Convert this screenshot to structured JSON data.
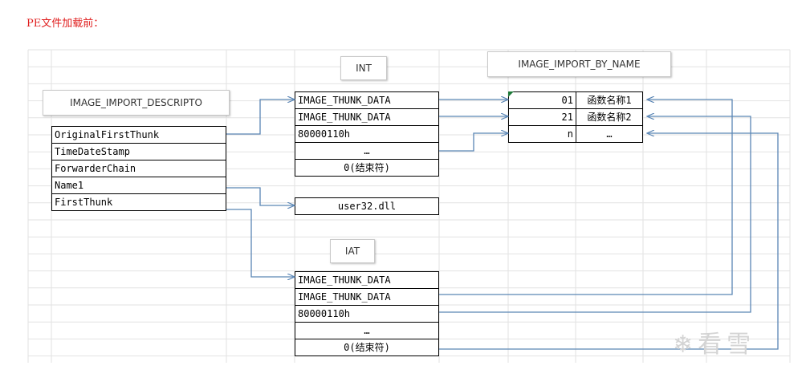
{
  "title": "PE文件加载前：",
  "labels": {
    "int": "INT",
    "iat": "IAT",
    "iibn": "IMAGE_IMPORT_BY_NAME",
    "descriptor": "IMAGE_IMPORT_DESCRIPTO"
  },
  "descriptor_fields": [
    "OriginalFirstThunk",
    "TimeDateStamp",
    "ForwarderChain",
    "Name1",
    "FirstThunk"
  ],
  "int_rows": [
    "IMAGE_THUNK_DATA",
    "IMAGE_THUNK_DATA",
    "80000110h",
    "…",
    "0(结束符)"
  ],
  "dll_name": "user32.dll",
  "iat_rows": [
    "IMAGE_THUNK_DATA",
    "IMAGE_THUNK_DATA",
    "80000110h",
    "…",
    "0(结束符)"
  ],
  "by_name_rows": [
    {
      "hint": "01",
      "name": "函数名称1"
    },
    {
      "hint": "21",
      "name": "函数名称2"
    },
    {
      "hint": "n",
      "name": "…"
    }
  ],
  "colors": {
    "title": "#e02020",
    "arrow": "#5b86b5"
  },
  "watermark": {
    "icon": "snowflake-icon",
    "text": "看雪"
  }
}
